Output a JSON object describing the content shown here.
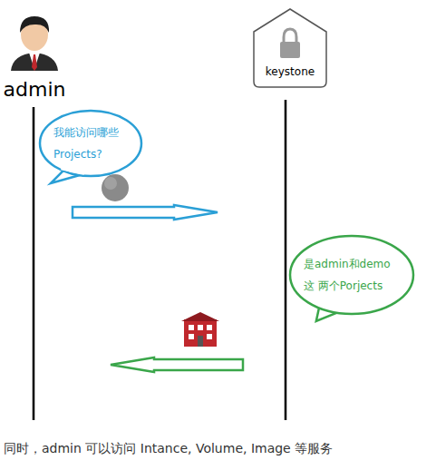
{
  "diagram": {
    "caption": "同时，admin 可以访问 Intance, Volume, Image 等服务",
    "nodes": [
      {
        "text": [
          "admin"
        ]
      },
      {
        "text": [
          "keystone"
        ]
      },
      {
        "text": [
          "我能访问哪些 Projects?"
        ]
      },
      {
        "text": [
          "是admin和demo这 两个Porjects"
        ]
      }
    ],
    "edges": [
      {
        "from": 0,
        "to": 1,
        "arrow": "to"
      },
      {
        "from": 1,
        "to": 0,
        "arrow": "to"
      }
    ]
  }
}
